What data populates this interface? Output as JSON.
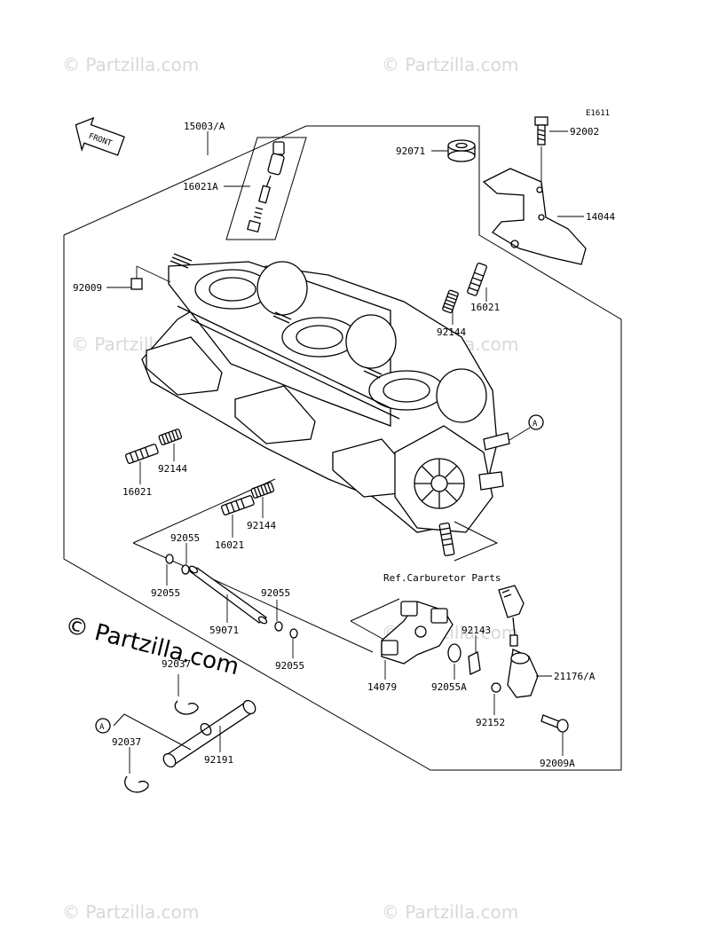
{
  "watermark": {
    "text": "© Partzilla.com",
    "prominent_text": "© Partzilla.com"
  },
  "diagram_code": "E1611",
  "front_label": "FRONT",
  "reference_note": "Ref.Carburetor Parts",
  "callout_letter": "A",
  "part_labels": {
    "p15003A": "15003/A",
    "p16021A": "16021A",
    "p92009_top": "92009",
    "p92071": "92071",
    "p92002": "92002",
    "p14044": "14044",
    "p16021_right": "16021",
    "p92144_right": "92144",
    "p92144_left": "92144",
    "p16021_left": "16021",
    "p92144_mid": "92144",
    "p16021_mid": "16021",
    "p92055_a": "92055",
    "p92055_b": "92055",
    "p59071": "59071",
    "p92055_c": "92055",
    "p92055_d": "92055",
    "p92037_top": "92037",
    "p92037_bottom": "92037",
    "p92191": "92191",
    "p14079": "14079",
    "p92055A": "92055A",
    "p92143": "92143",
    "p92152": "92152",
    "p21176A": "21176/A",
    "p92009A": "92009A"
  }
}
